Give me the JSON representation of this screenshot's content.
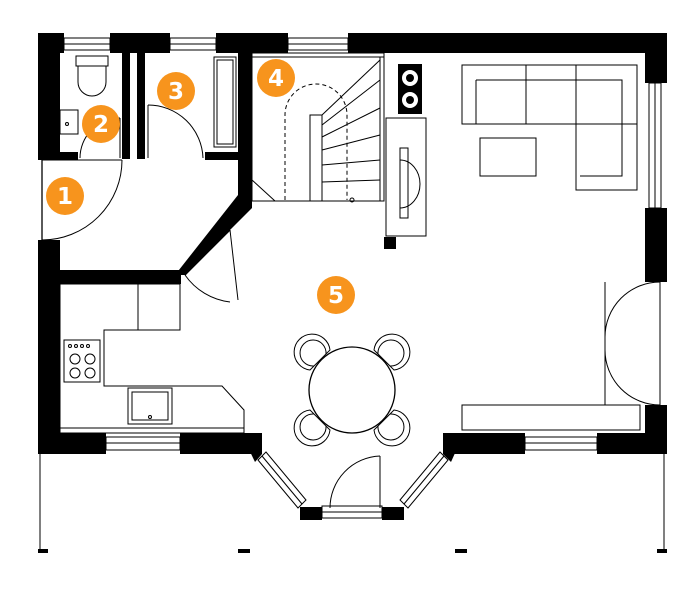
{
  "accent_color": "#f7941d",
  "wall_color": "#000000",
  "rooms": [
    {
      "id": "1",
      "label": "1"
    },
    {
      "id": "2",
      "label": "2"
    },
    {
      "id": "3",
      "label": "3"
    },
    {
      "id": "4",
      "label": "4"
    },
    {
      "id": "5",
      "label": "5"
    }
  ]
}
